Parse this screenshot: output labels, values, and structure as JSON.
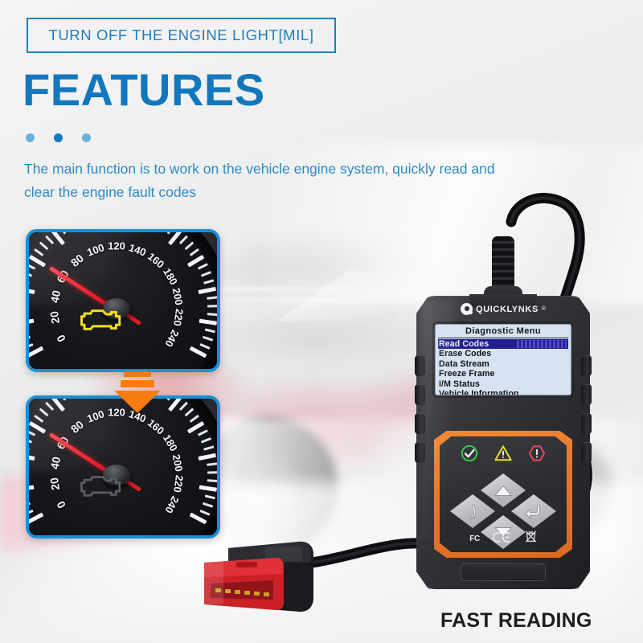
{
  "header": {
    "badge_text": "TURN OFF THE ENGINE LIGHT[MIL]",
    "title": "FEATURES",
    "description": "The main function is to work on the vehicle engine system, quickly read and clear the engine fault codes",
    "dots": [
      "dot-1",
      "dot-2-active",
      "dot-3"
    ]
  },
  "colors": {
    "brand_blue": "#1b7fc0",
    "title_blue": "#1277bc",
    "desc_blue": "#2e8ac4",
    "panel_border_blue": "#1c8ed3",
    "accent_orange": "#e8762a",
    "arrow_orange": "#f4760d",
    "needle_red": "#ee2630",
    "mil_on_yellow": "#f2dd1e",
    "mil_off_gray": "#5a5c60",
    "lcd_background": "#d6e2f0",
    "lcd_highlight": "#231f8f",
    "connector_red": "#cc2027",
    "device_body": "#2e3034"
  },
  "gauges": {
    "tick_labels": [
      "0",
      "20",
      "40",
      "60",
      "80",
      "100",
      "120",
      "140",
      "160",
      "180",
      "200",
      "220",
      "240"
    ],
    "needle_value": 62,
    "max_value": 240,
    "top_panel": {
      "name": "engine-light-on",
      "mil_state": "on",
      "caption_implied": "check engine light illuminated"
    },
    "bottom_panel": {
      "name": "engine-light-off",
      "mil_state": "off",
      "caption_implied": "check engine light cleared"
    },
    "arrow_direction": "down"
  },
  "device": {
    "brand": "QUICKLYNKS",
    "brand_mark": "®",
    "screen": {
      "title": "Diagnostic Menu",
      "items": [
        {
          "label": "Read Codes",
          "selected": true
        },
        {
          "label": "Erase Codes",
          "selected": false
        },
        {
          "label": "Data Stream",
          "selected": false
        },
        {
          "label": "Freeze Frame",
          "selected": false
        },
        {
          "label": "I/M Status",
          "selected": false
        },
        {
          "label": "Vehicle Information",
          "selected": false
        }
      ]
    },
    "leds": [
      {
        "name": "status-ok-led",
        "glyph": "✔",
        "color": "#3cc24a",
        "shape": "circle"
      },
      {
        "name": "status-warning-led",
        "glyph": "!",
        "color": "#e8e022",
        "shape": "triangle"
      },
      {
        "name": "status-error-led",
        "glyph": "!",
        "color": "#e8455c",
        "shape": "hexagon"
      }
    ],
    "buttons": [
      {
        "name": "button-up",
        "glyph": "▲"
      },
      {
        "name": "button-back",
        "glyph": "↰"
      },
      {
        "name": "button-enter",
        "glyph": "↵"
      },
      {
        "name": "button-down",
        "glyph": "▼"
      }
    ],
    "certifications": [
      "FC",
      "CE",
      "WEEE"
    ],
    "connector": "OBD-II 16-pin",
    "side_grips": 4
  },
  "footer": {
    "tagline": "FAST READING"
  }
}
